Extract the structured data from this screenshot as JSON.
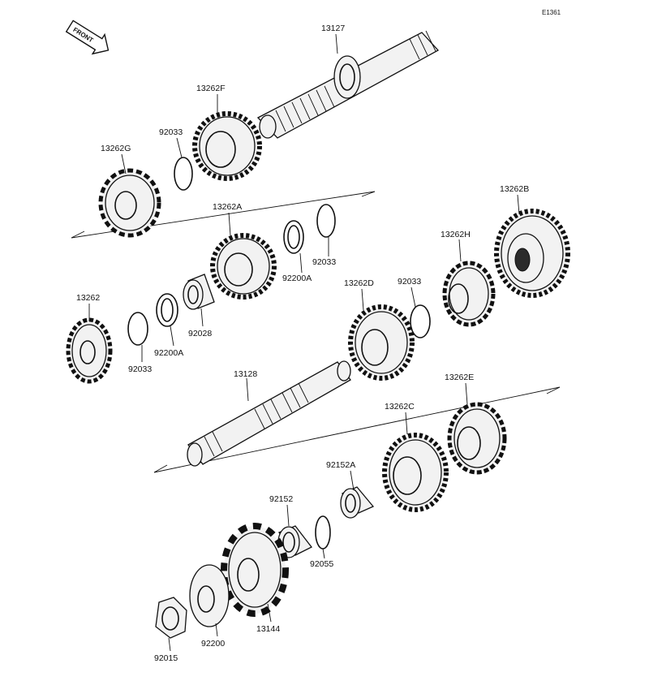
{
  "diagram": {
    "ref_code": "E1361",
    "front_badge": "FRONT",
    "labels": {
      "p13127": "13127",
      "p13262F": "13262F",
      "p92033_a": "92033",
      "p13262G": "13262G",
      "p13262A": "13262A",
      "p92033_b": "92033",
      "p92200A_a": "92200A",
      "p13262B": "13262B",
      "p13262H": "13262H",
      "p13262": "13262",
      "p92033_c": "92033",
      "p92200A_b": "92200A",
      "p92028": "92028",
      "p13262D": "13262D",
      "p92033_d": "92033",
      "p13128": "13128",
      "p13262E": "13262E",
      "p13262C": "13262C",
      "p92152A": "92152A",
      "p92152": "92152",
      "p92055": "92055",
      "p13144": "13144",
      "p92200": "92200",
      "p92015": "92015"
    }
  }
}
